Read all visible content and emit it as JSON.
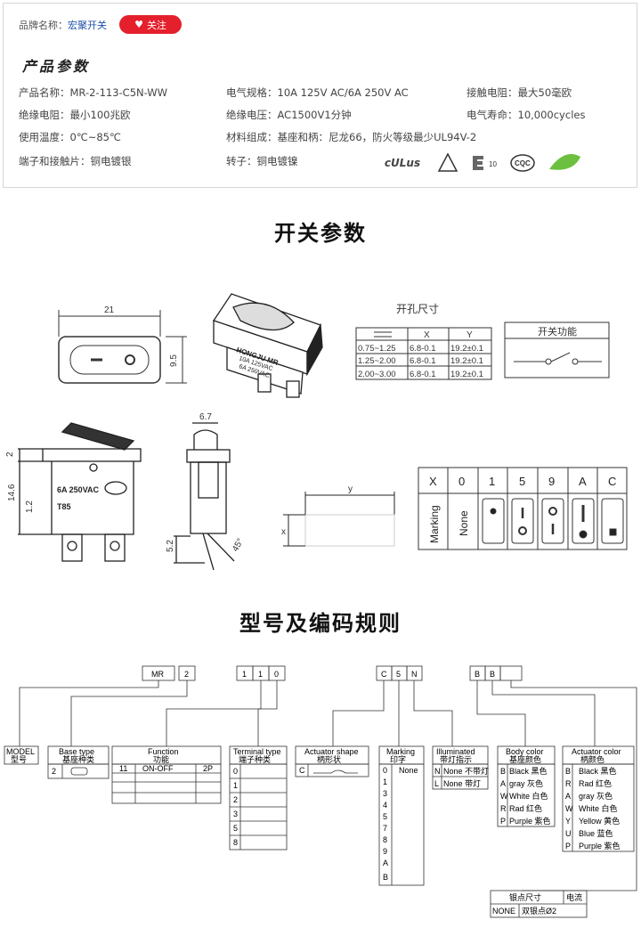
{
  "brand": {
    "label": "品牌名称：",
    "name": "宏聚开关",
    "follow": "关注"
  },
  "section_title": "产品参数",
  "params": [
    {
      "k": "产品名称：",
      "v": "MR-2-113-C5N-WW"
    },
    {
      "k": "电气规格：",
      "v": "10A  125V  AC/6A 250V  AC"
    },
    {
      "k": "接触电阻：",
      "v": "最大50毫欧"
    },
    {
      "k": "绝缘电阻：",
      "v": "最小100兆欧"
    },
    {
      "k": "绝缘电压：",
      "v": "AC1500V1分钟"
    },
    {
      "k": "电气寿命：",
      "v": "10,000cycles"
    },
    {
      "k": "使用温度：",
      "v": "0℃~85℃"
    },
    {
      "k": "材料组成：",
      "v": "基座和柄：尼龙66，防火等级最少UL94V-2"
    },
    {
      "k": "端子和接触片：",
      "v": "铜电镀银"
    },
    {
      "k": "转子：",
      "v": "铜电镀镍"
    }
  ],
  "certs": [
    "cULus",
    "VDE",
    "ENEC",
    "CQC",
    "RoHS Compliant"
  ],
  "title_switch": "开关参数",
  "title_model": "型号及编码规则",
  "dims": {
    "w21": "21",
    "h95": "9.5",
    "w67": "6.7",
    "h146": "14.6",
    "h2": "2",
    "h12": "1.2",
    "h52": "5.2",
    "a45": "45°",
    "x": "x",
    "y": "y"
  },
  "switch_marks": {
    "brand": "HONGJU MR",
    "rating1": "10A  125VAC",
    "rating2": "6A  250VAC",
    "t85": "T85"
  },
  "hole": {
    "title": "开孔尺寸",
    "cols": [
      "",
      "X",
      "Y"
    ],
    "rows": [
      [
        "0.75~1.25",
        "6.8-0.1",
        "19.2±0.1"
      ],
      [
        "1.25~2.00",
        "6.8-0.1",
        "19.2±0.1"
      ],
      [
        "2.00~3.00",
        "6.8-0.1",
        "19.2±0.1"
      ]
    ]
  },
  "func_title": "开关功能",
  "marking": {
    "head": [
      "X",
      "0",
      "1",
      "5",
      "9",
      "A",
      "C"
    ],
    "row_label": "Marking",
    "none": "None"
  },
  "code": {
    "mr": "MR",
    "base": "2",
    "func": [
      "1",
      "1",
      "0"
    ],
    "act": [
      "C",
      "5",
      "N"
    ],
    "color": [
      "B",
      "B",
      ""
    ]
  },
  "tables": {
    "model": {
      "t1": "MODEL",
      "t2": "型号"
    },
    "base": {
      "t1": "Base type",
      "t2": "基座种类",
      "rows": [
        "2"
      ]
    },
    "function": {
      "t1": "Function",
      "t2": "功能",
      "row": [
        "11",
        "ON-OFF",
        "2P"
      ]
    },
    "terminal": {
      "t1": "Terminal type",
      "t2": "端子种类",
      "rows": [
        "0",
        "1",
        "2",
        "3",
        "5",
        "8"
      ]
    },
    "actuator": {
      "t1": "Actuator shape",
      "t2": "柄形状",
      "rows": [
        "C"
      ]
    },
    "marking": {
      "t1": "Marking",
      "t2": "印字",
      "rows": [
        [
          "0",
          "None"
        ],
        [
          "1",
          ""
        ],
        [
          "3",
          ""
        ],
        [
          "4",
          ""
        ],
        [
          "5",
          ""
        ],
        [
          "7",
          ""
        ],
        [
          "8",
          ""
        ],
        [
          "9",
          ""
        ],
        [
          "A",
          ""
        ],
        [
          "B",
          ""
        ]
      ]
    },
    "illum": {
      "t1": "Illuminated",
      "t2": "带灯指示",
      "rows": [
        [
          "N",
          "None 不带灯"
        ],
        [
          "L",
          "None 带灯"
        ]
      ]
    },
    "body": {
      "t1": "Body color",
      "t2": "基座颜色",
      "rows": [
        [
          "B",
          "Black 黑色"
        ],
        [
          "A",
          "gray 灰色"
        ],
        [
          "W",
          "White 白色"
        ],
        [
          "R",
          "Rad 红色"
        ],
        [
          "P",
          "Purple 紫色"
        ]
      ]
    },
    "act_color": {
      "t1": "Actuator color",
      "t2": "柄颜色",
      "rows": [
        [
          "B",
          "Black 黑色"
        ],
        [
          "R",
          "Rad 红色"
        ],
        [
          "A",
          "gray 灰色"
        ],
        [
          "W",
          "White 白色"
        ],
        [
          "Y",
          "Yellow 黄色"
        ],
        [
          "U",
          "Blue 蓝色"
        ],
        [
          "P",
          "Purple 紫色"
        ]
      ]
    },
    "silver": {
      "t1": "银点尺寸",
      "t2": "电流",
      "r1": "NONE",
      "r2": "双银点Ø2"
    }
  }
}
